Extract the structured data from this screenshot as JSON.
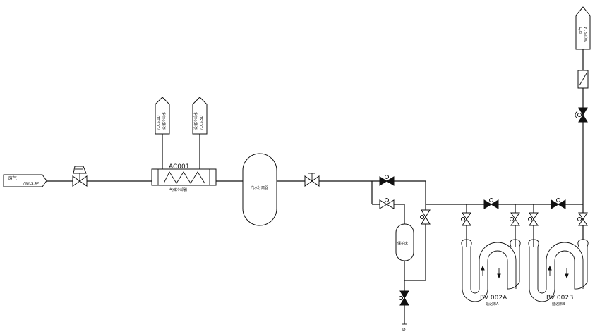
{
  "tags": {
    "inlet_name": "废气",
    "inlet_code": "/W/LS.4P",
    "outlet_name": "废气",
    "outlet_code": "/W/LS.1A",
    "cooling_supply_code": "/CCS.1D",
    "cooling_supply_name": "设备冷却水",
    "cooling_return_name": "设备冷却水",
    "cooling_return_code": "/CCS.5D"
  },
  "equipment": {
    "cooler_tag": "AC001",
    "cooler_name": "气体冷却器",
    "separator_name": "汽水分离器",
    "guard_bed_name": "保护床",
    "delay_bed_a_tag": "BV 002A",
    "delay_bed_a_name": "延迟床A",
    "delay_bed_b_tag": "BV 002B",
    "delay_bed_b_name": "延迟床B"
  },
  "drain_label": "D"
}
